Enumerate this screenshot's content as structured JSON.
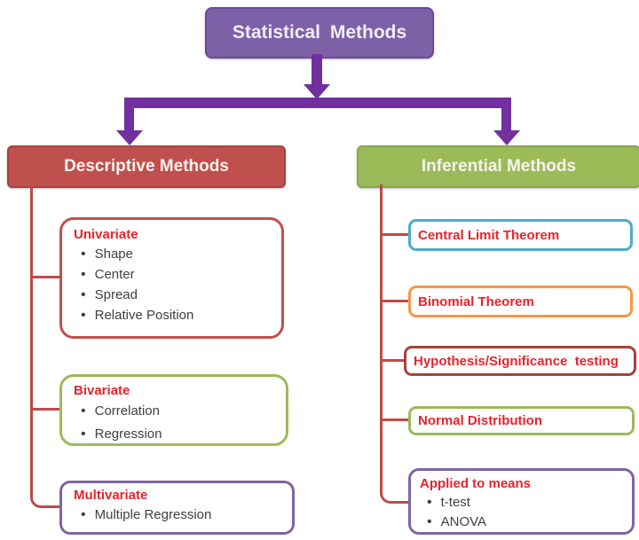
{
  "diagram": {
    "root": {
      "title": "Statistical Methods"
    },
    "left": {
      "header": "Descriptive Methods",
      "nodes": [
        {
          "title": "Univariate",
          "items": [
            "Shape",
            "Center",
            "Spread",
            "Relative Position"
          ],
          "border_color": "#C0504D"
        },
        {
          "title": "Bivariate",
          "items": [
            "Correlation",
            "Regression"
          ],
          "border_color": "#9BBB59"
        },
        {
          "title": "Multivariate",
          "items": [
            "Multiple Regression"
          ],
          "border_color": "#8064A2"
        }
      ]
    },
    "right": {
      "header": "Inferential Methods",
      "nodes": [
        {
          "title": "Central Limit Theorem",
          "items": [],
          "border_color": "#4BACC6"
        },
        {
          "title": "Binomial Theorem",
          "items": [],
          "border_color": "#F79646"
        },
        {
          "title": "Hypothesis/Significance  testing",
          "items": [],
          "border_color": "#A8403E"
        },
        {
          "title": "Normal Distribution",
          "items": [],
          "border_color": "#9BBB59"
        },
        {
          "title": "Applied to means",
          "items": [
            "t-test",
            "ANOVA"
          ],
          "border_color": "#8064A2"
        }
      ]
    },
    "colors": {
      "root_fill": "#7D61A6",
      "root_border": "#6A4C94",
      "arrow_purple": "#7030A0",
      "descriptive_fill": "#C0504D",
      "descriptive_border": "#A8423F",
      "inferential_fill": "#9BBB59",
      "inferential_border": "#86A54B",
      "connector_red": "#BE4B48",
      "node_title_red": "#E8232B",
      "bullet_text": "#3F3F44"
    }
  }
}
